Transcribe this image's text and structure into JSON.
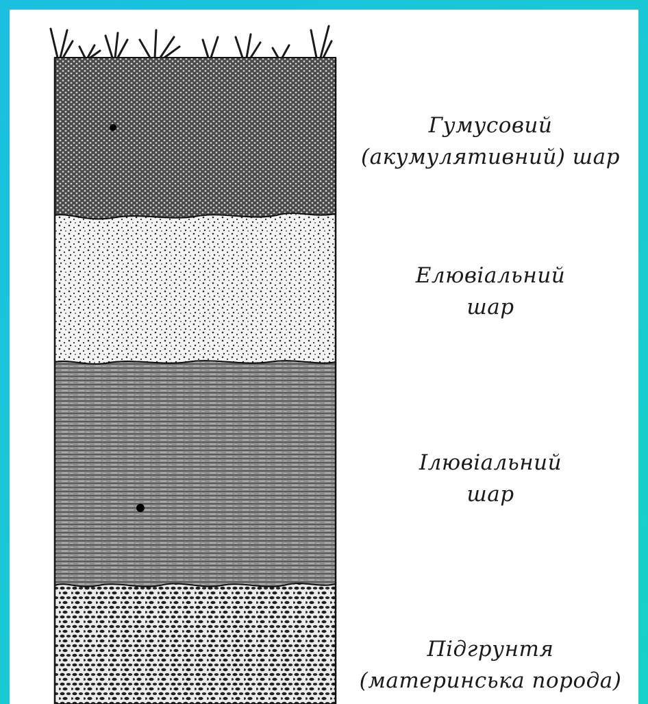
{
  "layers": [
    {
      "name": "humus",
      "line1": "Гумусовий",
      "line2": "(акумулятивний) шар"
    },
    {
      "name": "eluvial",
      "line1": "Елювіальний",
      "line2": "шар"
    },
    {
      "name": "illuvial",
      "line1": "Ілювіальний",
      "line2": "шар"
    },
    {
      "name": "subsoil",
      "line1": "Підгрунтя",
      "line2": "(материнська порода)"
    }
  ],
  "colors": {
    "background": "#1ccad6",
    "panel": "#ffffff",
    "ink": "#1a1a1a"
  }
}
